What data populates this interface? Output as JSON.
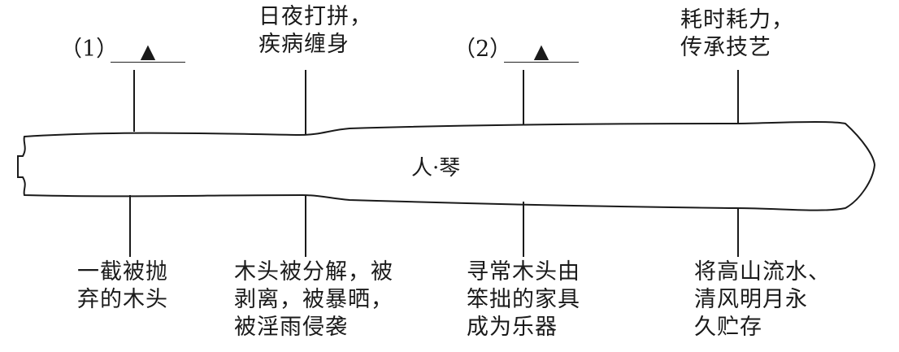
{
  "diagram": {
    "center_label": "人·琴",
    "top_labels": [
      {
        "number": "（1）",
        "marker": "▲"
      },
      {
        "lines": [
          "日夜打拼，",
          "疾病缠身"
        ]
      },
      {
        "number": "（2）",
        "marker": "▲"
      },
      {
        "lines": [
          "耗时耗力，",
          "传承技艺"
        ]
      }
    ],
    "bottom_labels": [
      {
        "lines": [
          "一截被抛",
          "弃的木头"
        ]
      },
      {
        "lines": [
          "木头被分解，被",
          "剥离，被暴晒，",
          "被淫雨侵袭"
        ]
      },
      {
        "lines": [
          "寻常木头由",
          "笨拙的家具",
          "成为乐器"
        ]
      },
      {
        "lines": [
          "将高山流水、",
          "清风明月永",
          "久贮存"
        ]
      }
    ]
  }
}
